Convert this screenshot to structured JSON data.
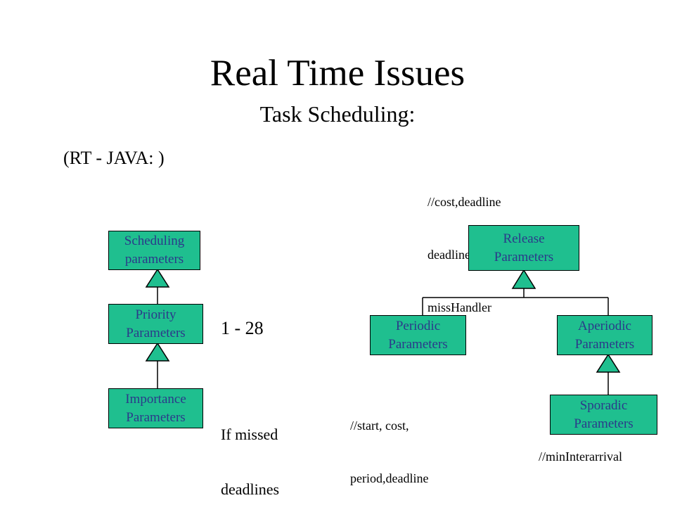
{
  "slide": {
    "title": "Real Time Issues",
    "subtitle": "Task Scheduling:",
    "context": "(RT - JAVA: )"
  },
  "left_hierarchy": {
    "scheduling": {
      "line1": "Scheduling",
      "line2": "parameters"
    },
    "priority": {
      "line1": "Priority",
      "line2": "Parameters"
    },
    "importance": {
      "line1": "Importance",
      "line2": "Parameters"
    },
    "priority_range": "1 - 28",
    "importance_note": {
      "line1": "If missed",
      "line2": "deadlines"
    }
  },
  "right_hierarchy": {
    "release": {
      "line1": "Release",
      "line2": "Parameters"
    },
    "periodic": {
      "line1": "Periodic",
      "line2": "Parameters"
    },
    "aperiodic": {
      "line1": "Aperiodic",
      "line2": "Parameters"
    },
    "sporadic": {
      "line1": "Sporadic",
      "line2": "Parameters"
    },
    "release_note": {
      "line1": "//cost,deadline",
      "line2": "deadline,overrunHandler,",
      "line3": "missHandler"
    },
    "periodic_note": {
      "line1": "//start, cost,",
      "line2": "period,deadline"
    },
    "sporadic_note": "//minInterarrival"
  },
  "colors": {
    "box_fill": "#1fbf8f",
    "box_text": "#2b3a8a",
    "outline": "#000000"
  }
}
